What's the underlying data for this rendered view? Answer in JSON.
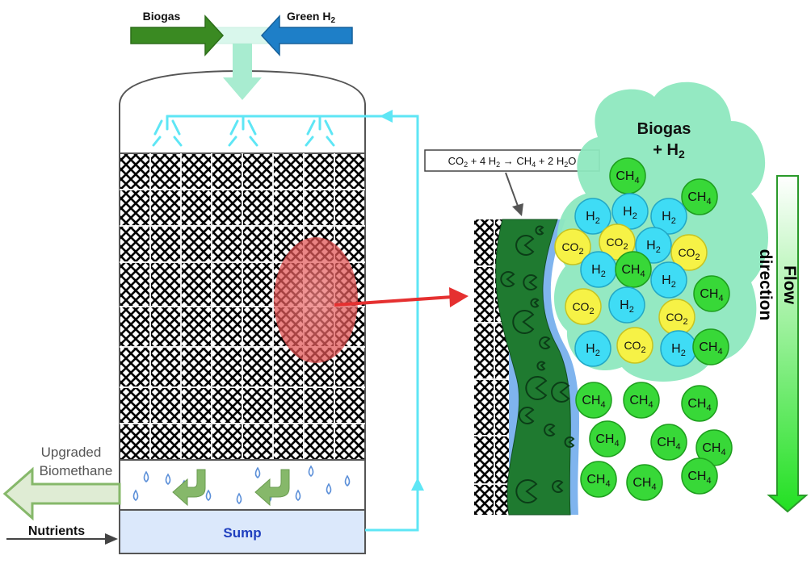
{
  "labels": {
    "biogas_in": "Biogas",
    "green_h2_in": "Green H",
    "green_h2_sub": "2",
    "upgraded_line1": "Upgraded",
    "upgraded_line2": "Biomethane",
    "nutrients": "Nutrients",
    "sump": "Sump",
    "cloud_line1": "Biogas",
    "cloud_line2": "+ H",
    "cloud_sub": "2",
    "flow_direction": "Flow direction"
  },
  "reaction": {
    "co2": "CO",
    "co2_sub": "2",
    "plus1": " + 4 H",
    "h2_sub": "2",
    "arrow": " → CH",
    "ch4_sub": "4",
    "plus2": " + 2 H",
    "h2o_sub": "2",
    "o": "O"
  },
  "molecule_text": {
    "CH4": {
      "base": "CH",
      "sub": "4"
    },
    "H2": {
      "base": "H",
      "sub": "2"
    },
    "CO2": {
      "base": "CO",
      "sub": "2"
    }
  },
  "colors": {
    "biogas_arrow": "#3a8a22",
    "h2_arrow": "#1e7fc8",
    "cyan_pipe": "#5ee6f5",
    "sump_fill": "#dbe8fb",
    "sump_text": "#1f3fbf",
    "biofilm": "#1f7a30",
    "cloud": "#8ee8bf",
    "ch4": "#38d838",
    "h2": "#3fdcf5",
    "co2": "#f6f246",
    "drop": "#5b8fd8",
    "red_arrow": "#e53030"
  }
}
